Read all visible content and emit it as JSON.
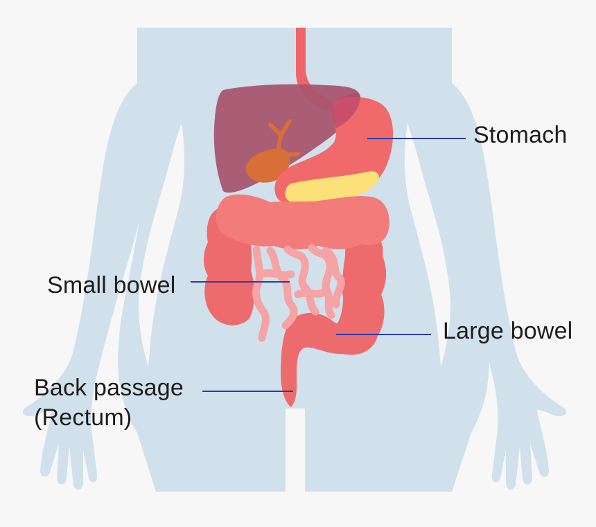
{
  "labels": {
    "stomach": "Stomach",
    "small_bowel": "Small bowel",
    "large_bowel": "Large bowel",
    "back_passage": "Back passage",
    "rectum": "(Rectum)"
  },
  "colors": {
    "background": "#f7f7f7",
    "body_silhouette": "#d0e1ec",
    "liver": "#a8566f",
    "gallbladder": "#d86f36",
    "stomach": "#f06a6c",
    "esophagus": "#ef6468",
    "pancreas": "#fbe178",
    "large_bowel": "#ee6b6d",
    "transverse_colon": "#f17c7a",
    "small_bowel": "#f5a3a4",
    "leader_line": "#2e3aa0"
  }
}
